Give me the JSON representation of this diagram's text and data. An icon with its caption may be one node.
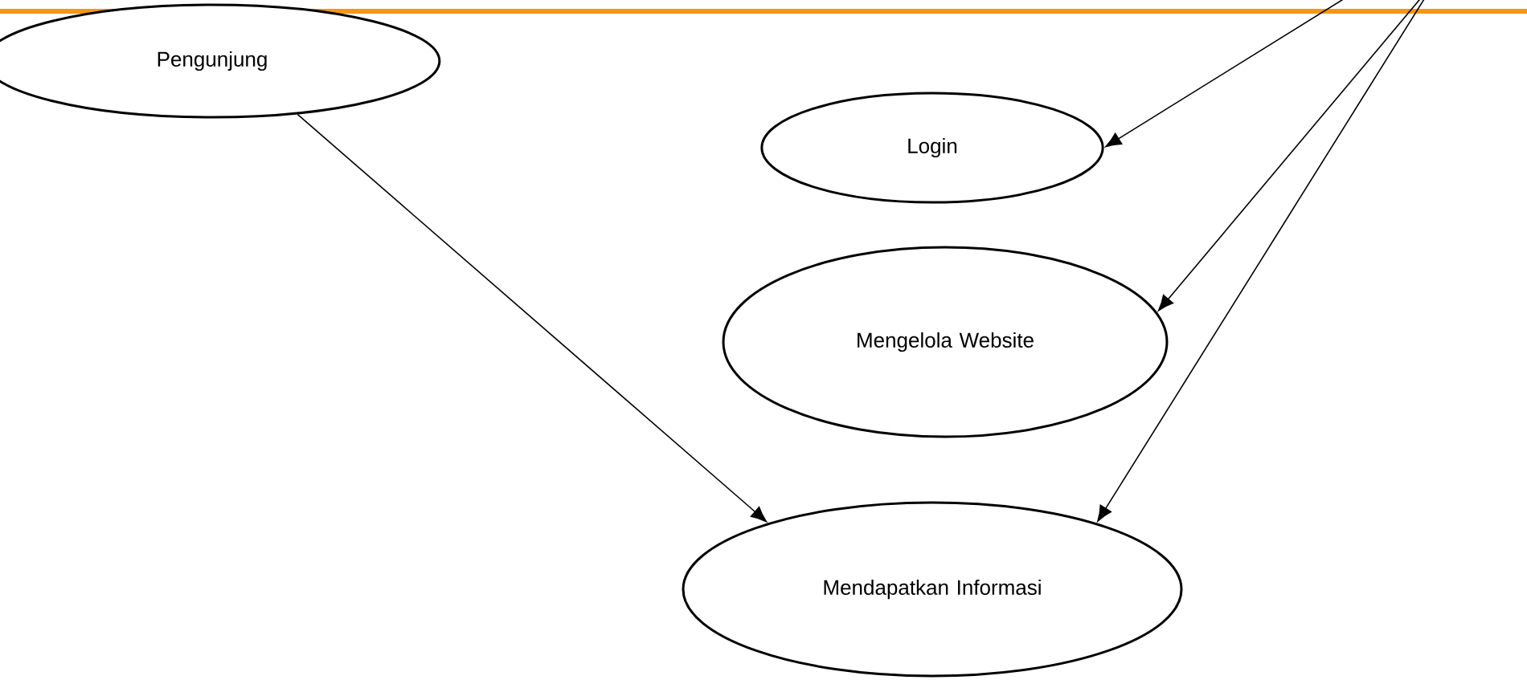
{
  "diagram": {
    "nodes": [
      {
        "text": [
          "Pengunjung"
        ]
      },
      {
        "text": [
          "Login"
        ]
      },
      {
        "text": [
          "Mengelola Website"
        ]
      },
      {
        "text": [
          "Mendapatkan Informasi"
        ]
      }
    ],
    "edges": [
      {
        "from": 0,
        "to": 3,
        "arrow": "to"
      },
      {
        "from": null,
        "to": 1,
        "arrow": "to"
      },
      {
        "from": null,
        "to": 2,
        "arrow": "to"
      },
      {
        "from": null,
        "to": 3,
        "arrow": "to"
      }
    ]
  }
}
